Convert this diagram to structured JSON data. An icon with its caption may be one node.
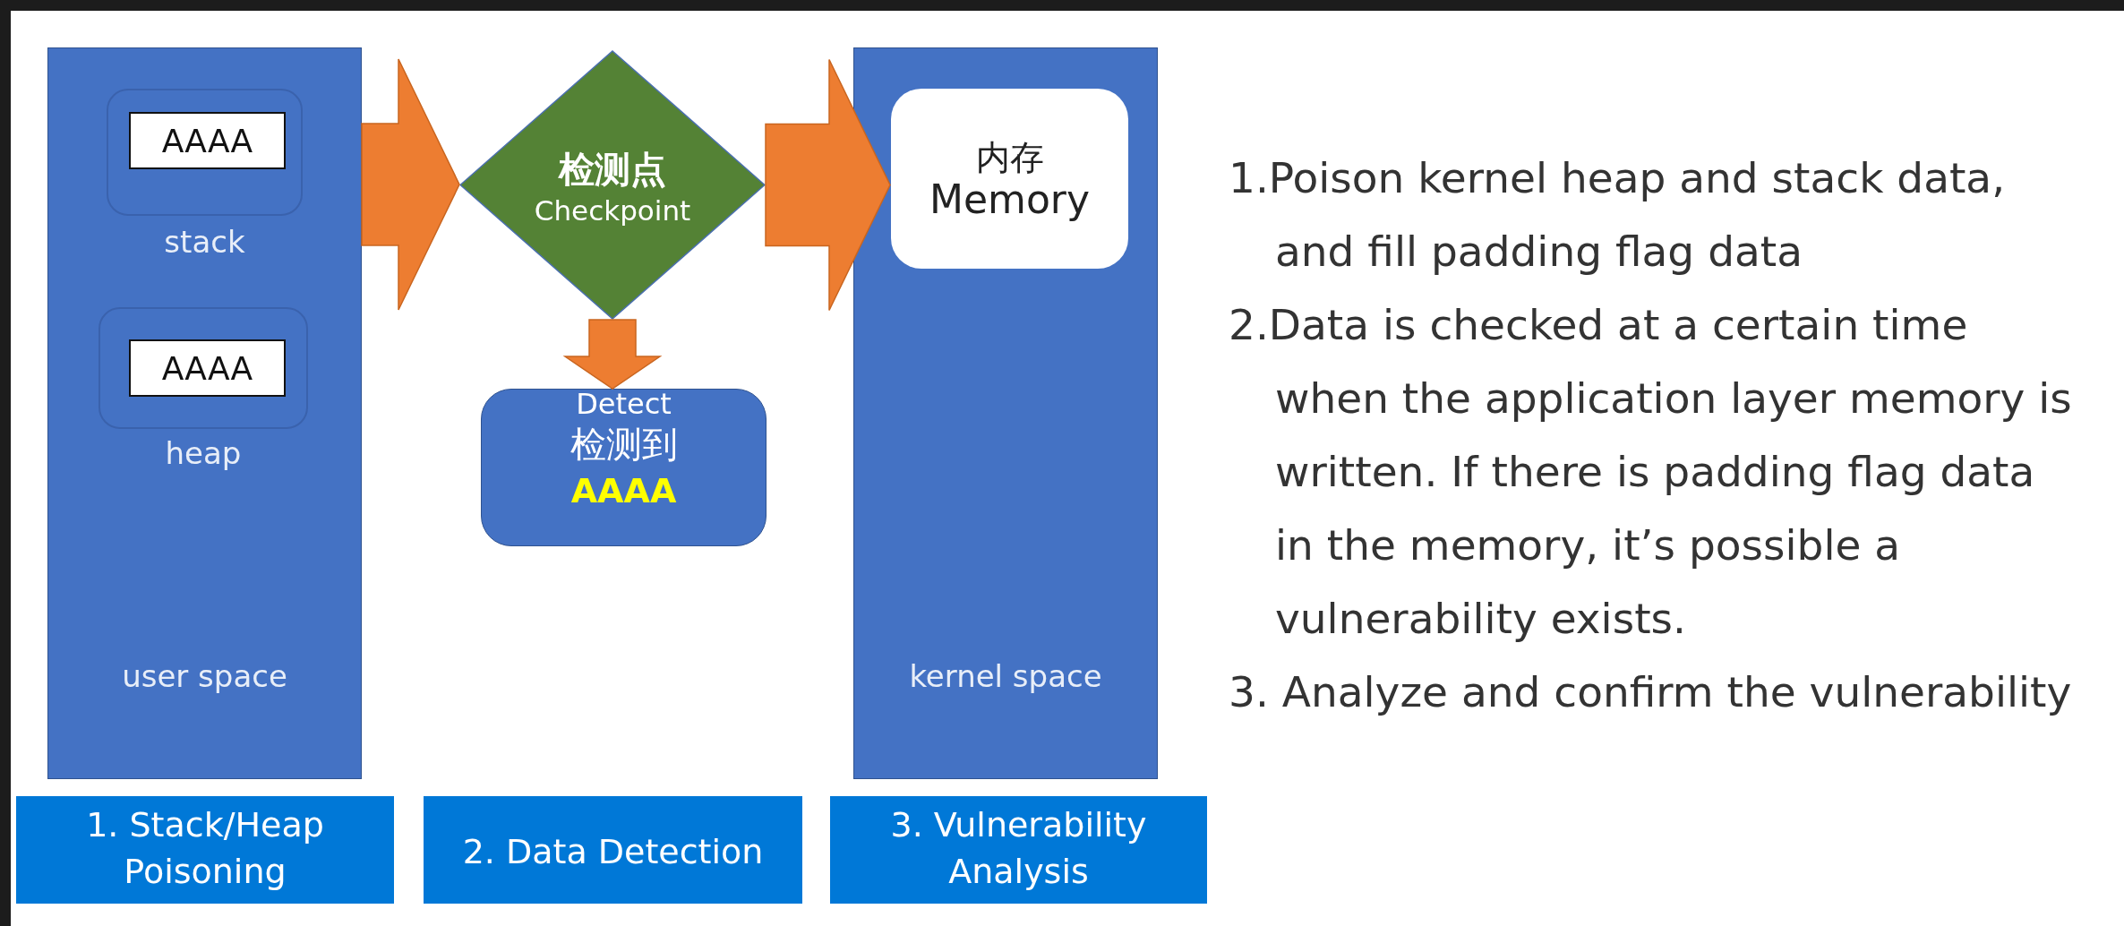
{
  "diagram": {
    "nodes": [
      {
        "text": [
          "user space"
        ]
      },
      {
        "text": [
          "stack"
        ],
        "in": 0
      },
      {
        "text": [
          "AAAA"
        ],
        "in": 1
      },
      {
        "text": [
          "heap"
        ],
        "in": 0
      },
      {
        "text": [
          "AAAA"
        ],
        "in": 3
      },
      {
        "text": [
          "检测点",
          "Checkpoint"
        ]
      },
      {
        "text": [
          "Detect",
          "检测到",
          "AAAA"
        ]
      },
      {
        "text": [
          "kernel space"
        ]
      },
      {
        "text": [
          "内存",
          "Memory"
        ],
        "in": 7
      },
      {
        "text": [
          "1. Stack/Heap Poisoning"
        ]
      },
      {
        "text": [
          "2. Data Detection"
        ]
      },
      {
        "text": [
          "3. Vulnerability Analysis"
        ]
      }
    ],
    "edges": [
      {
        "from": 0,
        "to": 5,
        "arrow": "to"
      },
      {
        "from": 5,
        "to": 8,
        "arrow": "to"
      },
      {
        "from": 5,
        "to": 6,
        "arrow": "to"
      }
    ],
    "labels": [
      "1.Poison kernel heap and stack data, and fill padding flag data",
      "2.Data is checked at a certain time when the application layer memory is written. If there is padding flag data in the memory, it’s possible a vulnerability exists.",
      "3. Analyze and confirm the vulnerability"
    ]
  }
}
